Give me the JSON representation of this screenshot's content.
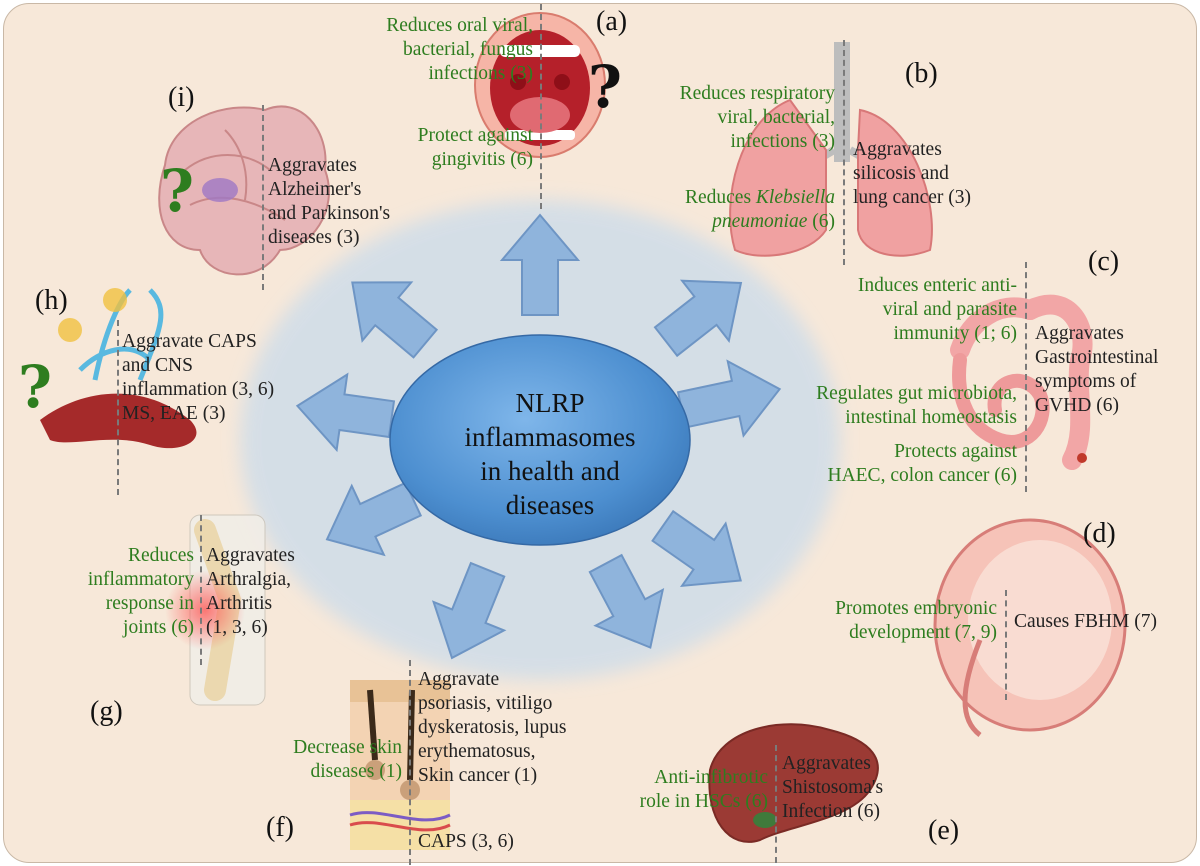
{
  "center": {
    "title": "NLRP\ninflammasomes\nin health and\ndiseases"
  },
  "labels": {
    "a": "(a)",
    "b": "(b)",
    "c": "(c)",
    "d": "(d)",
    "e": "(e)",
    "f": "(f)",
    "g": "(g)",
    "h": "(h)",
    "i": "(i)"
  },
  "panel_a": {
    "good_1": "Reduces oral viral,\nbacterial, fungus\ninfections (3)",
    "good_2": "Protect against\ngingivitis (6)",
    "question": "?"
  },
  "panel_b": {
    "good_1": "Reduces respiratory\nviral, bacterial,\ninfections (3)",
    "good_2_prefix": "Reduces ",
    "good_2_italic_1": "Klebsiella",
    "good_2_italic_2": "pneumoniae",
    "good_2_suffix": " (6)",
    "bad_1": "Aggravates\nsilicosis and\nlung cancer (3)"
  },
  "panel_c": {
    "good_1": "Induces enteric anti-\nviral and parasite\nimmunity (1; 6)",
    "good_2": "Regulates gut microbiota,\nintestinal homeostasis",
    "good_3": "Protects against\nHAEC, colon cancer (6)",
    "bad_1": "Aggravates\nGastrointestinal\nsymptoms of\nGVHD (6)"
  },
  "panel_d": {
    "good_1": "Promotes embryonic\ndevelopment (7, 9)",
    "bad_1": "Causes FBHM (7)"
  },
  "panel_e": {
    "good_1": "Anti-infibrotic\nrole in HSCs (6)",
    "bad_1": "Aggravates\nShistosoma's\nInfection (6)"
  },
  "panel_f": {
    "good_1": "Decrease skin\ndiseases (1)",
    "bad_1": "Aggravate\npsoriasis, vitiligo\ndyskeratosis, lupus\nerythematosus,\nSkin cancer (1)",
    "bad_2": "CAPS (3, 6)"
  },
  "panel_g": {
    "good_1": "Reduces\ninflammatory\nresponse in\njoints (6)",
    "bad_1": "Aggravates\nArthralgia,\nArthritis\n(1, 3, 6)"
  },
  "panel_h": {
    "bad_1": "Aggravate CAPS\nand CNS\ninflammation (3, 6)\nMS, EAE (3)",
    "question": "?"
  },
  "panel_i": {
    "bad_1": "Aggravates\nAlzheimer's\nand Parkinson's\ndiseases (3)",
    "question": "?"
  },
  "colors": {
    "beneficial": "#2e7d1f",
    "harmful": "#222222",
    "arrow": "#8fb4dc",
    "hub": "#4d8fd0",
    "background": "#f7e8d9"
  }
}
